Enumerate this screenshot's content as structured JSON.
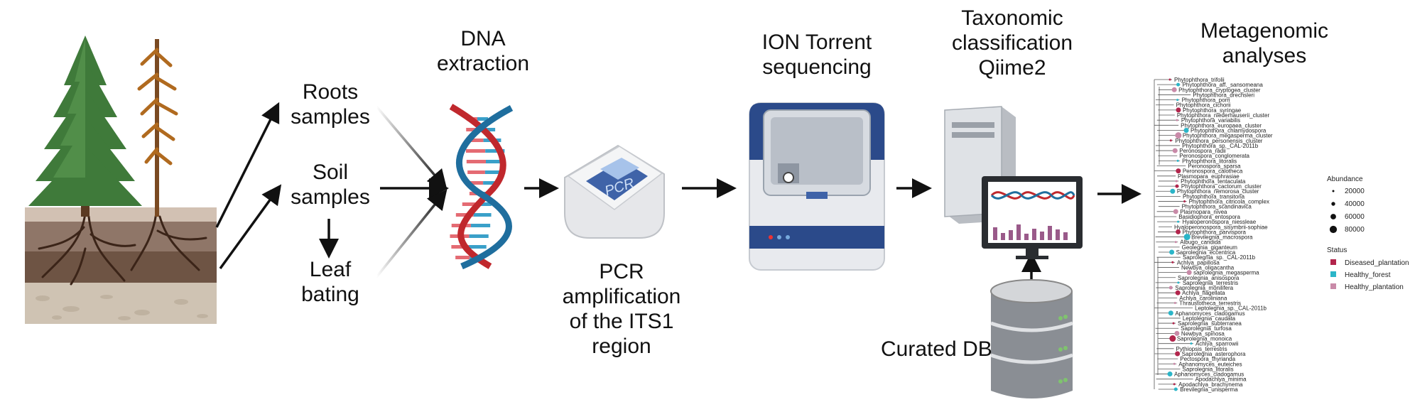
{
  "labels": {
    "roots": [
      "Roots",
      "samples"
    ],
    "soil": [
      "Soil",
      "samples"
    ],
    "leaf": [
      "Leaf",
      "bating"
    ],
    "dna": [
      "DNA",
      "extraction"
    ],
    "pcr": [
      "PCR",
      "amplification",
      "of the ITS1",
      "region"
    ],
    "ion": [
      "ION Torrent",
      "sequencing"
    ],
    "tax": [
      "Taxonomic",
      "classification",
      "Qiime2"
    ],
    "meta": [
      "Metagenomic",
      "analyses"
    ],
    "curated": "Curated DB"
  },
  "pcr_machine_label": "PCR",
  "legend": {
    "abundance_title": "Abundance",
    "abundance_values": [
      "20000",
      "40000",
      "60000",
      "80000"
    ],
    "status_title": "Status",
    "status_values": [
      "Diseased_plantation",
      "Healthy_forest",
      "Healthy_plantation"
    ]
  },
  "colors": {
    "diseased": "#b2254c",
    "healthy_forest": "#2bb5c8",
    "healthy_plantation": "#c98aa8",
    "dna_red": "#c0282d",
    "dna_blue": "#1f6e9e",
    "sequencer_blue": "#2b4a8a"
  },
  "tree_taxa": [
    "Phytophthora_trifolii",
    "Phytophthora_aff._sansomeana",
    "Phytophthora_cryptogea_cluster",
    "Phytophthora_drechsleri",
    "Phytophthora_porri",
    "Phytophthora_cichorii",
    "Phytophthora_syringae",
    "Phytophthora_niederhauserii_cluster",
    "Phytophthora_variabilis",
    "Phytophthora_europaea_cluster",
    "Phytophthora_chlamydospora",
    "Phytophthora_megasperma_cluster",
    "Phytophthora_personensis_cluster",
    "Phytophthora_sp._CAL-2011b",
    "Peronospora_radii",
    "Peronospora_conglomerata",
    "Phytophthora_litoralis",
    "Peronospora_sparsa",
    "Peronospora_calotheca",
    "Plasmopara_euphrasiae",
    "Phytophthora_tentaculata",
    "Phytophthora_cactorum_cluster",
    "Phytophthora_nemorosa_cluster",
    "Phytophthora_transitoria",
    "Phytophthora_citricola_complex",
    "Phytophthora_scandinavica",
    "Plasmopara_nivea",
    "Basidiophora_entospora",
    "Hyaloperonospora_niessleae",
    "Hyaloperonospora_sisymbrii-sophiae",
    "Phytophthora_parvispora",
    "Brevilegnia_macrospora",
    "Albugo_candida",
    "Geolegnia_giganteum",
    "Saprolegnia_eccentrica",
    "Saprolegnia_sp._CAL-2011b",
    "Achlya_papillosa",
    "Newbya_oligacantha",
    "saprolegnia_megasperma",
    "Saprolegnia_anisospora",
    "Saprolegnia_terrestris",
    "Saprolegnia_monilifera",
    "Achlya_flagellata",
    "Achlya_caroliniana",
    "Thraustotheca_terrestris",
    "Leptolegnia_sp._CAL-2011b",
    "Aphanomyces_cladogamus",
    "Leptolegnia_caudata",
    "Saprolegnia_subterranea",
    "Saprolegnia_turfosa",
    "Newbya_spinosa",
    "Saprolegnia_monoica",
    "Achlya_sparrowii",
    "Pythiopsis_terrestris",
    "Saprolegnia_asterophora",
    "Pectospora_thyrianda",
    "Aphanomyces_euteiches",
    "Saprolegnia_litoralis",
    "Aphanomyces_cladogamus",
    "Apodachlya_minima",
    "Apodachlya_brachynema",
    "Brevilegnia_unisperma"
  ]
}
